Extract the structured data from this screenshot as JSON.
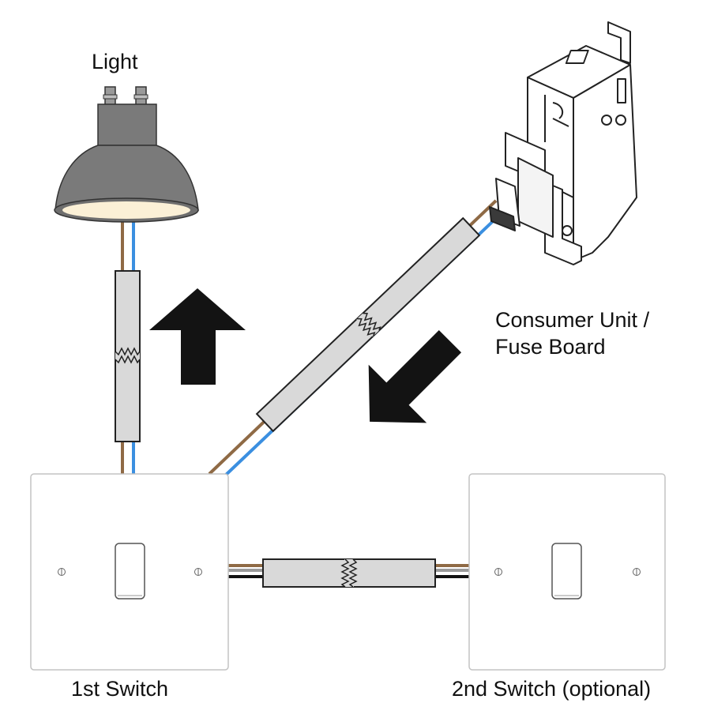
{
  "labels": {
    "light": "Light",
    "consumer_unit_line1": "Consumer Unit /",
    "consumer_unit_line2": "Fuse Board",
    "first_switch": "1st Switch",
    "second_switch": "2nd Switch (optional)"
  },
  "colors": {
    "brown_wire": "#8f6a45",
    "blue_wire": "#3b8fe0",
    "grey_wire": "#9a9a9a",
    "black_wire": "#111111",
    "sleeve": "#d9d9d9",
    "bulb_body": "#7a7a7a",
    "bulb_lens": "#fbf0d6",
    "arrow": "#131313",
    "outline": "#222222"
  }
}
